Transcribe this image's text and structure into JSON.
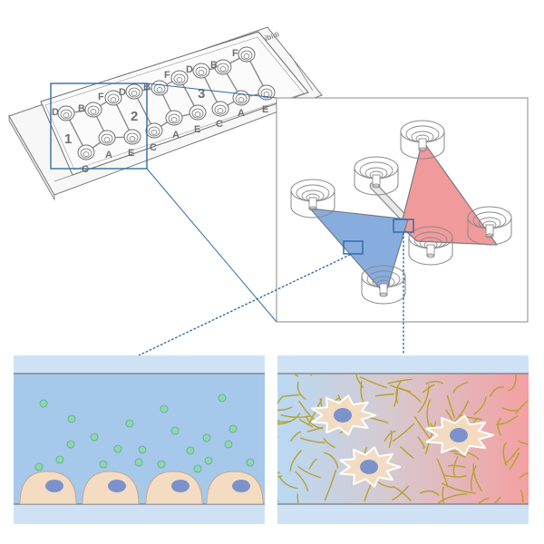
{
  "chip": {
    "brand": "ibidi",
    "channel_numbers": [
      "1",
      "2",
      "3"
    ],
    "port_letters_top": [
      "D",
      "B",
      "F",
      "D",
      "B",
      "F",
      "D",
      "B",
      "F"
    ],
    "port_letters_bottom": [
      "C",
      "A",
      "E",
      "C",
      "A",
      "E",
      "C",
      "A",
      "E"
    ]
  },
  "colors": {
    "outline": "#6e6e6e",
    "callout_line": "#2f6ea8",
    "blue_channel": "#7fa8e0",
    "red_channel": "#ee8f93",
    "panel_bg": "#cfe2f5",
    "flow_blue": "#a6c8ea",
    "cell_fill": "#f3dcc2",
    "nucleus": "#7c92cc",
    "particle": "#8fd6b0",
    "fiber": "#b5a22d"
  }
}
